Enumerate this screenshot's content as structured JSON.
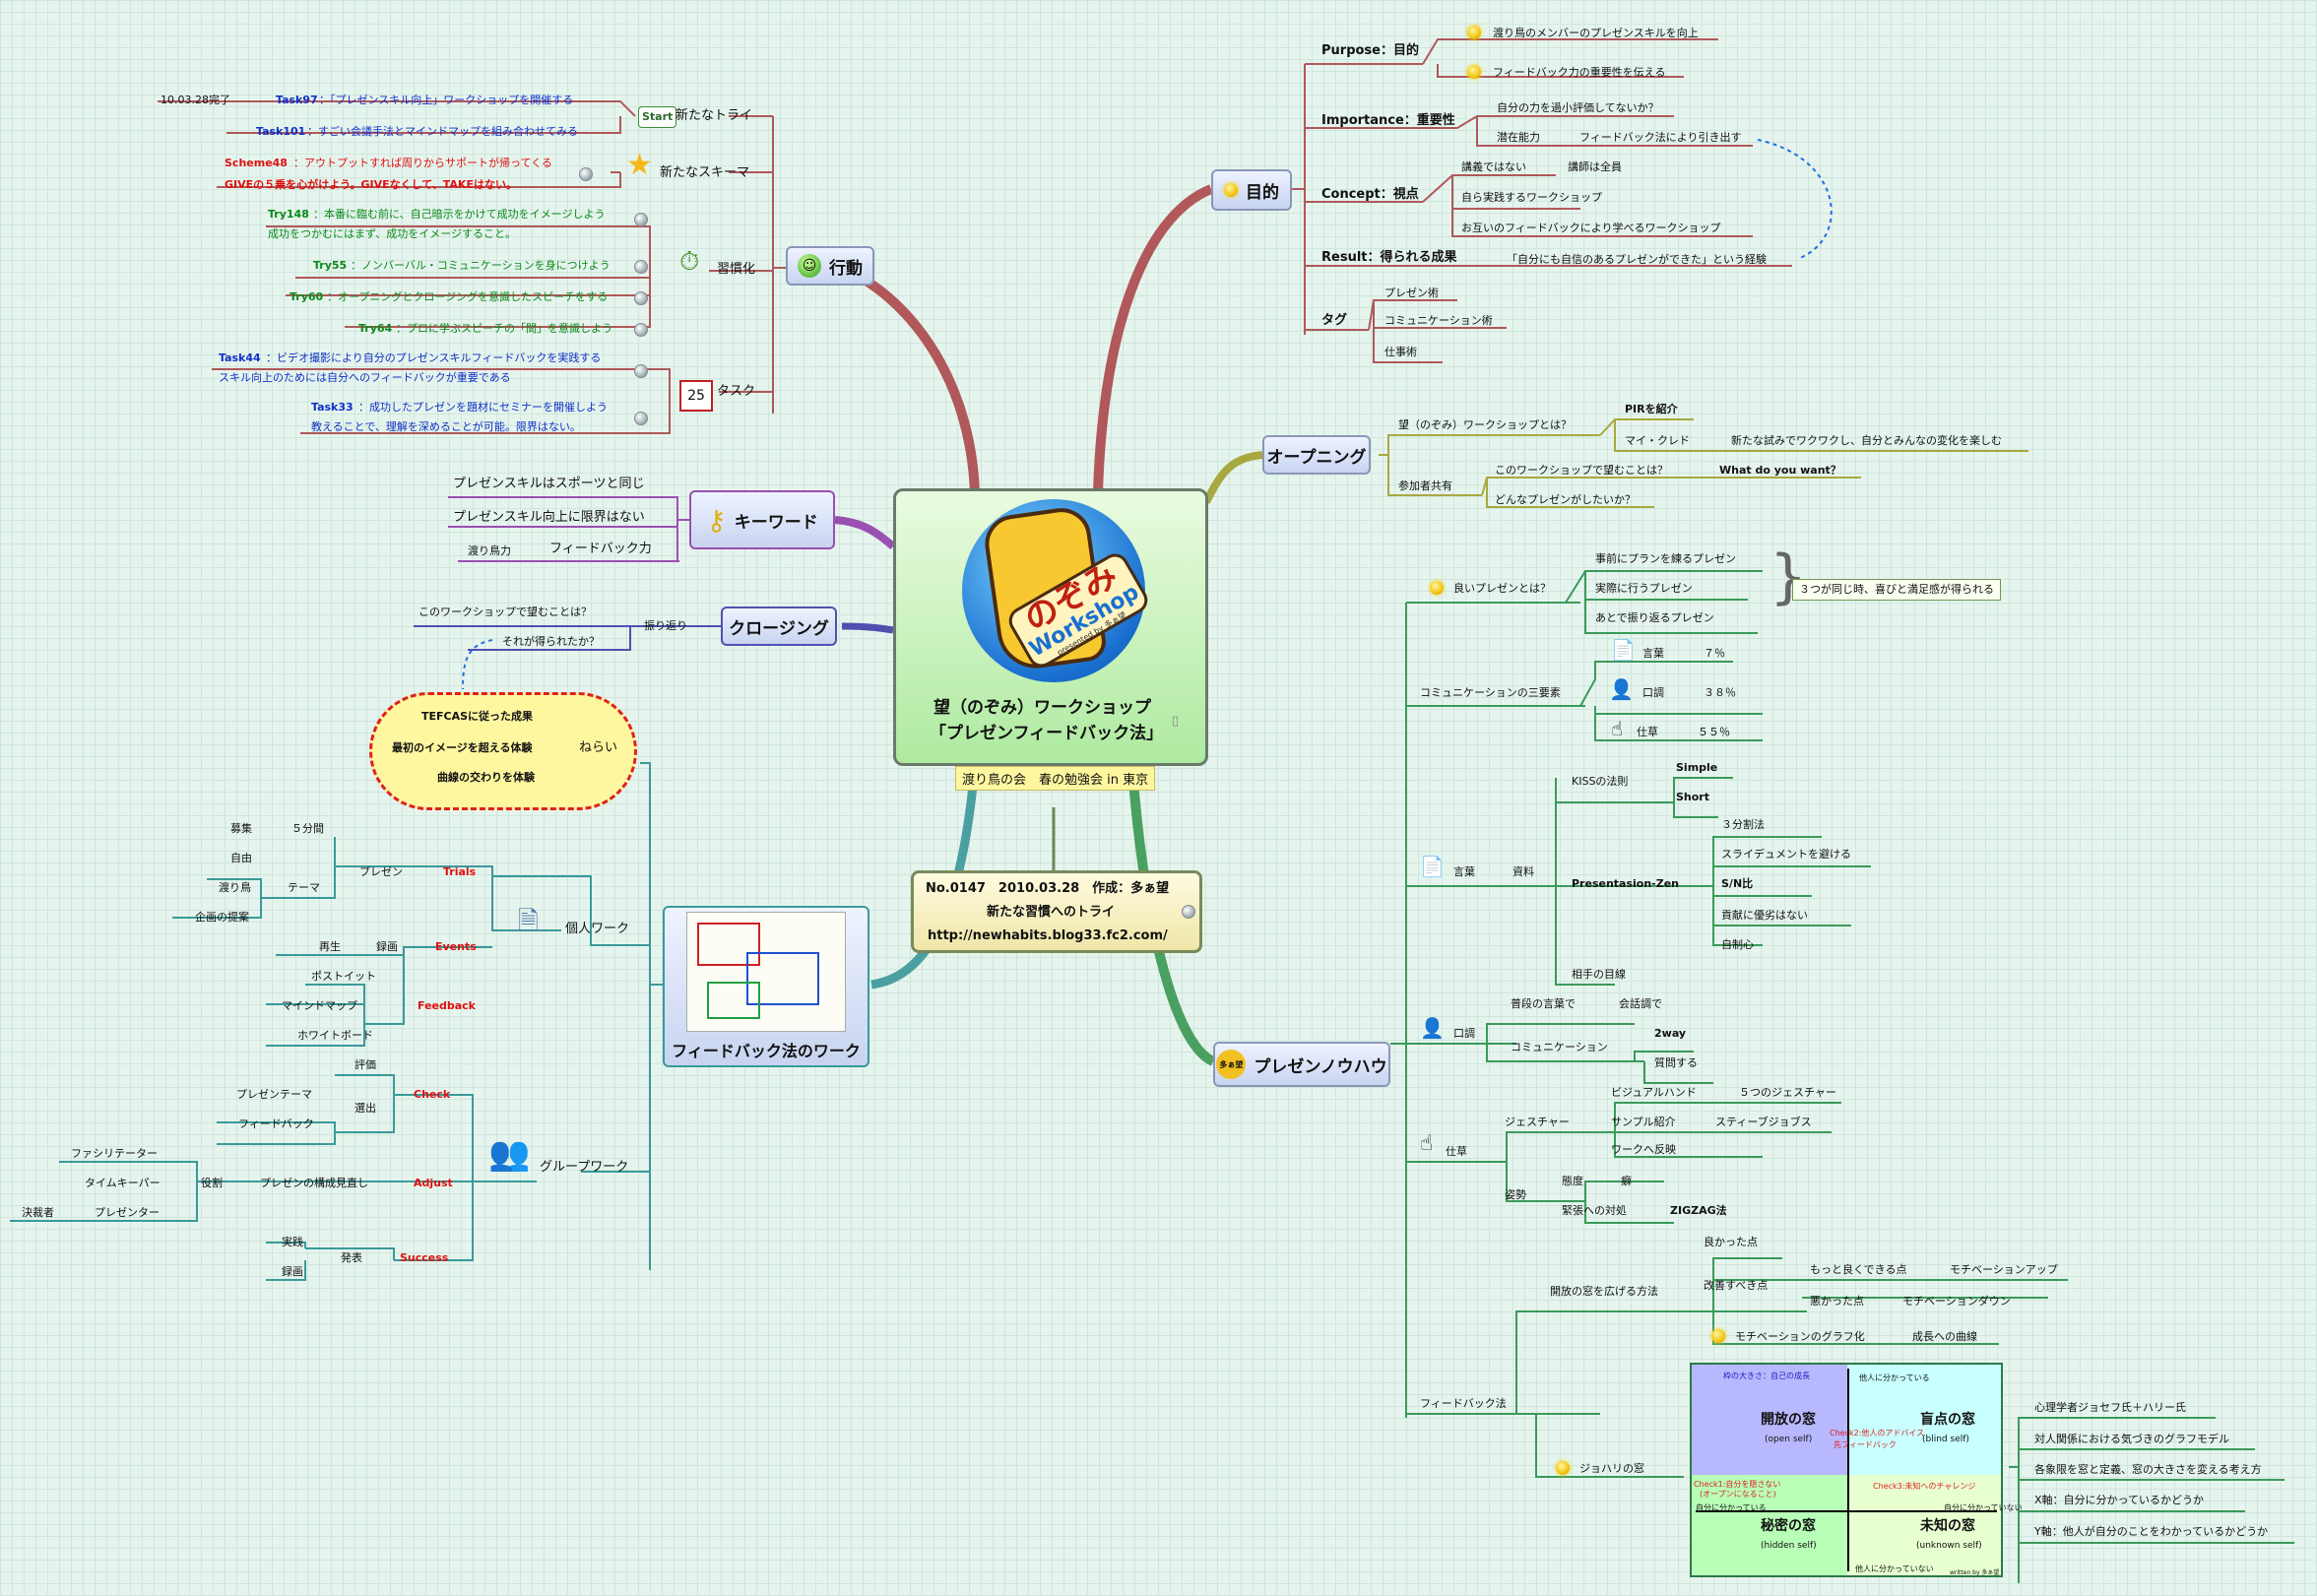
{
  "center": {
    "line1": "望（のぞみ）ワークショップ",
    "line2": "「プレゼンフィードバック法」",
    "subtitle": "渡り鳥の会　春の勉強会 in 東京",
    "logo_big": "のぞみ",
    "logo_word": "Workshop",
    "logo_small": "presented by 多ぁ望"
  },
  "meta": {
    "line1": "No.0147　2010.03.28　作成：多ぁ望",
    "line2": "新たな習慣へのトライ",
    "line3": "http://newhabits.blog33.fc2.com/"
  },
  "colors": {
    "purpose_branch": "#b0585a",
    "action_branch": "#b0585a",
    "opening_branch": "#a8a840",
    "know_branch": "#4aa060",
    "feedback_branch": "#4aa0a0",
    "keyword_branch": "#9a50b0",
    "closing_branch": "#5050b0"
  },
  "purpose": {
    "topic": "目的",
    "items": [
      {
        "label": "Purpose：目的",
        "subs": [
          "渡り鳥のメンバーのプレゼンスキルを向上",
          "フィードバック力の重要性を伝える"
        ]
      },
      {
        "label": "Importance：重要性",
        "subs": [
          "自分の力を過小評価してないか？",
          "潜在能力",
          "フィードバック法により引き出す"
        ]
      },
      {
        "label": "Concept：視点",
        "subs": [
          "講義ではない",
          "講師は全員",
          "自ら実践するワークショップ",
          "お互いのフィードバックにより学べるワークショップ"
        ]
      },
      {
        "label": "Result：得られる成果",
        "subs": [
          "「自分にも自信のあるプレゼンができた」という経験"
        ]
      },
      {
        "label": "タグ",
        "subs": [
          "プレゼン術",
          "コミュニケーション術",
          "仕事術"
        ]
      }
    ]
  },
  "opening": {
    "topic": "オープニング",
    "q1": "望（のぞみ）ワークショップとは？",
    "pir": "PIRを紹介",
    "myclado": "マイ・クレド",
    "myclado_text": "新たな試みでワクワクし、自分とみんなの変化を楽しむ",
    "share": "参加者共有",
    "q2": "このワークショップで望むことは？",
    "q2a": "What do you want？",
    "q3": "どんなプレゼンがしたいか？"
  },
  "action": {
    "topic": "行動",
    "new_try": {
      "label": "新たなトライ",
      "badge": "Start",
      "done": "10.03.28完了",
      "t97": "Task97",
      "t97t": "：「プレゼンスキル向上」ワークショップを開催する",
      "t101": "Task101",
      "t101t": "：すごい会議手法とマインドマップを組み合わせてみる"
    },
    "schema": {
      "label": "新たなスキーマ",
      "s48": "Scheme48",
      "s48t": "：アウトプットすれば周りからサポートが帰ってくる",
      "s48t2": "GIVEの５乗を心がけよう。GIVEなくして、TAKEはない。"
    },
    "habit": {
      "label": "習慣化",
      "t148": "Try148",
      "t148t": "：本番に臨む前に、自己暗示をかけて成功をイメージしよう",
      "t148t2": "成功をつかむにはまず、成功をイメージすること。",
      "t55": "Try55",
      "t55t": "：ノンバーバル・コミュニケーションを身につけよう",
      "t60": "Try60",
      "t60t": "：オープニングとクロージングを意識したスピーチをする",
      "t64": "Try64",
      "t64t": "：プロに学ぶスピーチの「間」を意識しよう"
    },
    "task": {
      "label": "タスク",
      "cal": "25",
      "t44": "Task44",
      "t44t": "：ビデオ撮影により自分のプレゼンスキルフィードバックを実践する",
      "t44t2": "スキル向上のためには自分へのフィードバックが重要である",
      "t33": "Task33",
      "t33t": "：成功したプレゼンを題材にセミナーを開催しよう",
      "t33t2": "教えることで、理解を深めることが可能。限界はない。"
    }
  },
  "keyword": {
    "topic": "キーワード",
    "k1": "プレゼンスキルはスポーツと同じ",
    "k2": "プレゼンスキル向上に限界はない",
    "k3a": "渡り鳥力",
    "k3b": "フィードバック力"
  },
  "closing": {
    "topic": "クロージング",
    "sub": "振り返り",
    "q1": "このワークショップで望むことは？",
    "q2": "それが得られたか？"
  },
  "aim": {
    "label": "ねらい",
    "items": [
      "TEFCASに従った成果",
      "最初のイメージを超える体験",
      "曲線の交わりを体験"
    ]
  },
  "fbwork": {
    "topic": "フィードバック法のワーク",
    "individual": {
      "label": "個人ワーク",
      "trials": "Trials",
      "present": "プレゼン",
      "boshu": "募集",
      "boshu_v": "５分間",
      "jiyu": "自由",
      "wataridori": "渡り鳥",
      "theme": "テーマ",
      "kikaku": "企画の提案",
      "events": "Events",
      "saisei": "再生",
      "rokuga": "録画",
      "feedback": "Feedback",
      "postit": "ポストイット",
      "mindmap": "マインドマップ",
      "whiteboard": "ホワイトボード"
    },
    "group": {
      "label": "グループワーク",
      "check": "Check",
      "hyoka": "評価",
      "sentei": "選出",
      "ptheme": "プレゼンテーマ",
      "fb": "フィードバック",
      "adjust": "Adjust",
      "kosei": "プレゼンの構成見直し",
      "yakuwari": "役割",
      "facil": "ファシリテーター",
      "timekeeper": "タイムキーパー",
      "presenter": "プレゼンター",
      "kettei": "決裁者",
      "success": "Success",
      "happyo": "発表",
      "jissen": "実践",
      "rokuga": "録画"
    }
  },
  "know": {
    "topic": "プレゼンノウハウ",
    "badge": "多ぁ望",
    "good": {
      "label": "良いプレゼンとは？",
      "items": [
        "事前にプランを練るプレゼン",
        "実際に行うプレゼン",
        "あとで振り返るプレゼン"
      ],
      "note": "３つが同じ時、喜びと満足感が得られる"
    },
    "three": {
      "label": "コミュニケーションの三要素",
      "w1": "言葉",
      "v1": "７％",
      "w2": "口調",
      "v2": "３８％",
      "w3": "仕草",
      "v3": "５５％"
    },
    "words": {
      "label": "言葉",
      "shiryo": "資料",
      "kiss": "KISSの法則",
      "simple": "Simple",
      "short": "Short",
      "pzen": "Presentasion-Zen",
      "z1": "３分割法",
      "z2": "スライデュメントを避ける",
      "z3": "S/N比",
      "z4": "貢献に優劣はない",
      "z5": "自制心",
      "aite": "相手の目線"
    },
    "tone": {
      "label": "口調",
      "fudan": "普段の言葉で",
      "kaiwa": "会話調で",
      "comm": "コミュニケーション",
      "twoway": "2way",
      "shitsumon": "質問する"
    },
    "gesture": {
      "label": "仕草",
      "g": "ジェスチャー",
      "visual": "ビジュアルハンド",
      "five": "５つのジェスチャー",
      "sample": "サンプル紹介",
      "jobs": "スティーブジョブス",
      "work": "ワークへ反映",
      "shisei": "姿勢",
      "taido": "態度",
      "kuse": "癖",
      "kinchou": "緊張への対処",
      "zig": "ZIGZAG法"
    },
    "fbm": {
      "label": "フィードバック法",
      "open": "開放の窓を広げる方法",
      "good": "良かった点",
      "kaizen": "改善すべき点",
      "motto": "もっと良くできる点",
      "mup": "モチベーションアップ",
      "bad": "悪かった点",
      "mdown": "モチベーションダウン",
      "graph": "モチベーションのグラフ化",
      "curve": "成長への曲線",
      "johari": "ジョハリの窓"
    },
    "johari": {
      "size": "枠の大きさ：自己の成長",
      "other_knows": "他人に分かっている",
      "other_not": "他人に分かっていない",
      "self_knows": "自分に分かっている",
      "self_not": "自分に分かっていない",
      "q1": "開放の窓",
      "q1e": "(open self)",
      "q2": "盲点の窓",
      "q2e": "(blind self)",
      "q3": "秘密の窓",
      "q3e": "(hidden self)",
      "q4": "未知の窓",
      "q4e": "(unknown self)",
      "c2": "Check2:他人のアドバイス",
      "c2b": "先フィードバック",
      "c1": "Check1:自分を隠さない",
      "c1b": "(オープンになること)",
      "c3": "Check3:未知へのチャレンジ",
      "writer": "written by 多ぁ望"
    },
    "johari_notes": [
      "心理学者ジョセフ氏＋ハリー氏",
      "対人関係における気づきのグラフモデル",
      "各象限を窓と定義、窓の大きさを変える考え方",
      "X軸：自分に分かっているかどうか",
      "Y軸：他人が自分のことをわかっているかどうか"
    ]
  }
}
